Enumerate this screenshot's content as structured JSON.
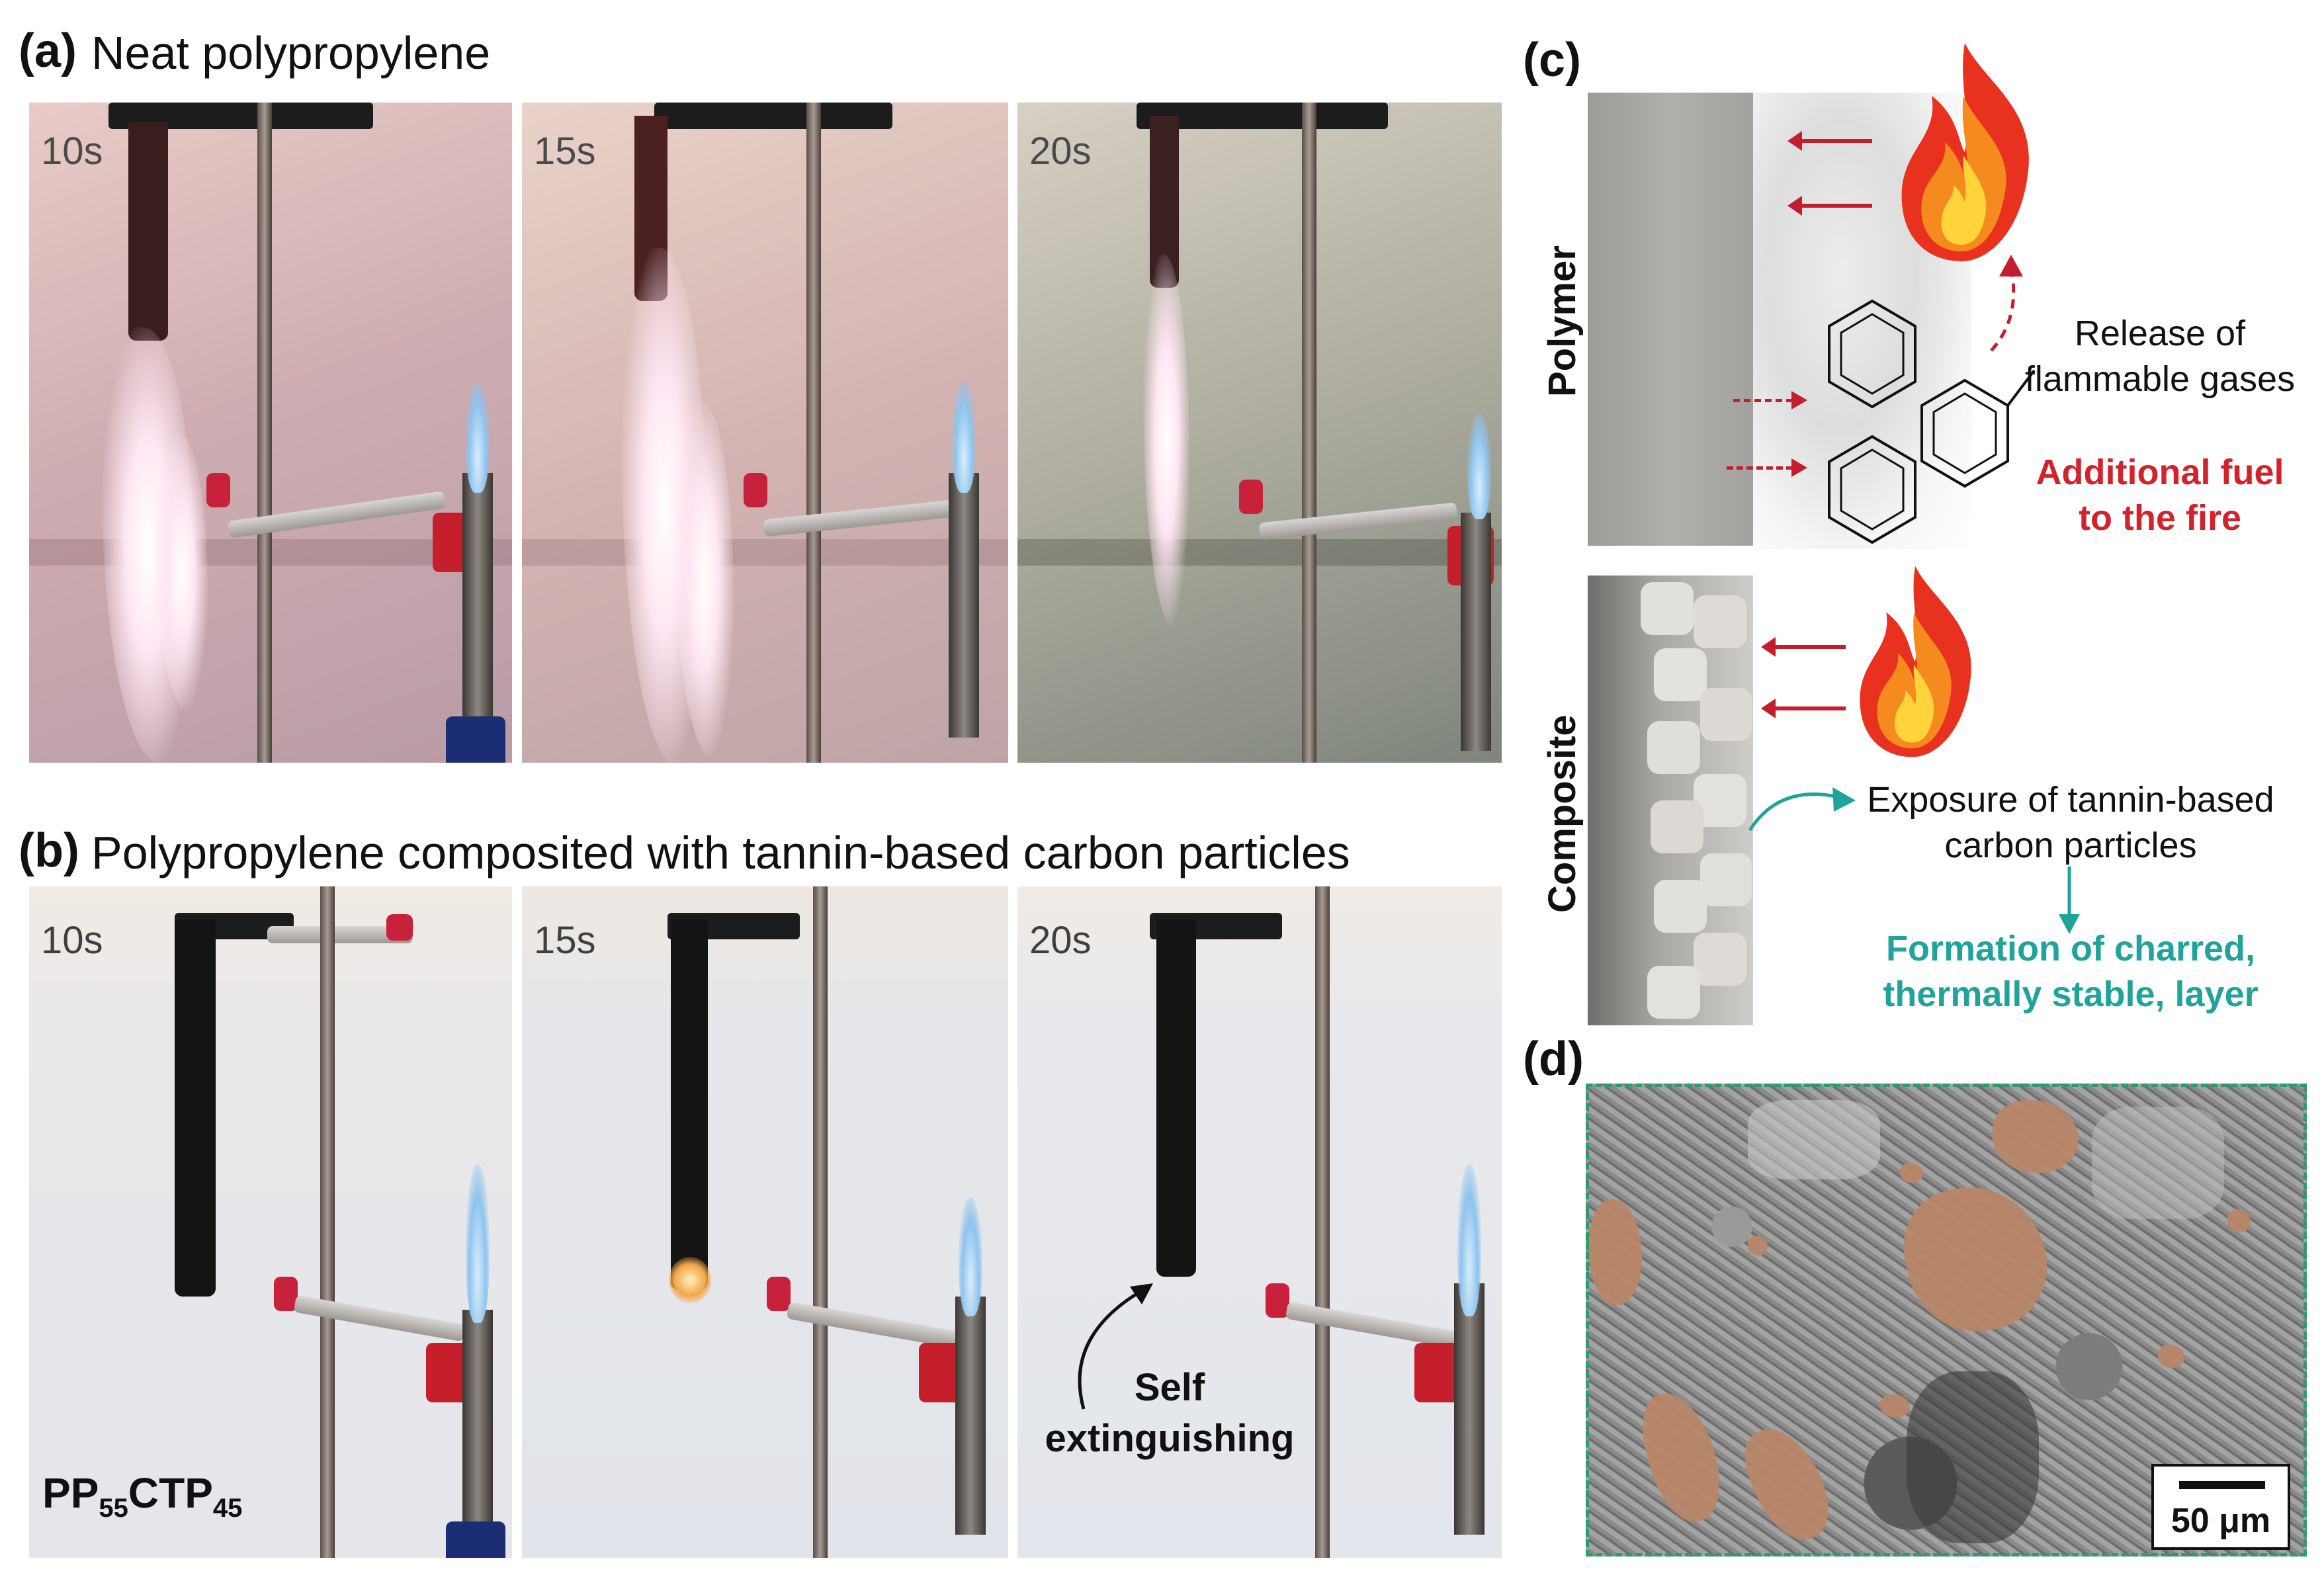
{
  "panel_a": {
    "letter": "(a)",
    "title": "Neat polypropylene",
    "frames": [
      {
        "time": "10s"
      },
      {
        "time": "15s"
      },
      {
        "time": "20s"
      }
    ]
  },
  "panel_b": {
    "letter": "(b)",
    "title": "Polypropylene composited with tannin-based carbon particles",
    "frames": [
      {
        "time": "10s"
      },
      {
        "time": "15s"
      },
      {
        "time": "20s"
      }
    ],
    "annotation_line1": "Self",
    "annotation_line2": "extinguishing",
    "sample_name": {
      "base1": "PP",
      "sub1": "55",
      "base2": "CTP",
      "sub2": "45"
    }
  },
  "panel_c": {
    "letter": "(c)",
    "polymer_label": "Polymer",
    "composite_label": "Composite",
    "release_line1": "Release of",
    "release_line2": "flammable gases",
    "fuel_line1": "Additional fuel",
    "fuel_line2": "to the fire",
    "exposure_line1": "Exposure of tannin-based",
    "exposure_line2": "carbon particles",
    "formation_line1": "Formation of charred,",
    "formation_line2": "thermally stable, layer",
    "colors": {
      "red": "#d2232d",
      "teal": "#1fa39a"
    }
  },
  "panel_d": {
    "letter": "(d)",
    "scale_bar": "50 μm",
    "border_color": "#2a9d6f"
  }
}
